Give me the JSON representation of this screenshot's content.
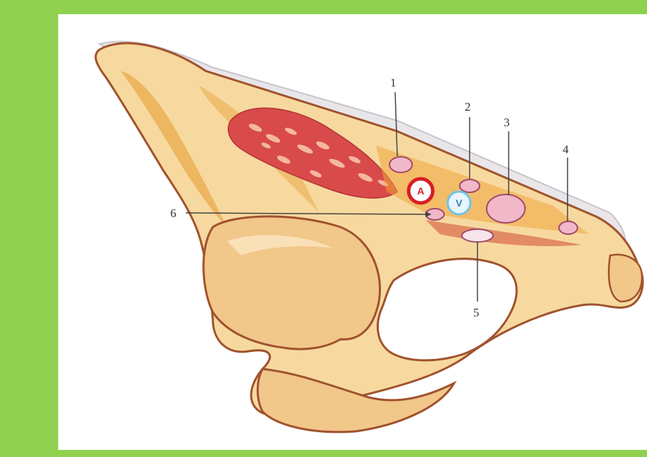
{
  "colors": {
    "frame": "#8fd14f",
    "panel": "#ffffff",
    "bone_fill": "#f7d9a0",
    "bone_outline": "#a0522d",
    "bone_shadow": "#e9a94b",
    "muscle": "#d94a4a",
    "ligament": "#e9e6ea",
    "vessel_pink": "#f1b8c9",
    "artery_ring": "#d61f26",
    "vein_ring": "#6ec3e8"
  },
  "labels": {
    "n1": "1",
    "n2": "2",
    "n3": "3",
    "n4": "4",
    "n5": "5",
    "n6": "6",
    "artery": "A",
    "vein": "V"
  }
}
